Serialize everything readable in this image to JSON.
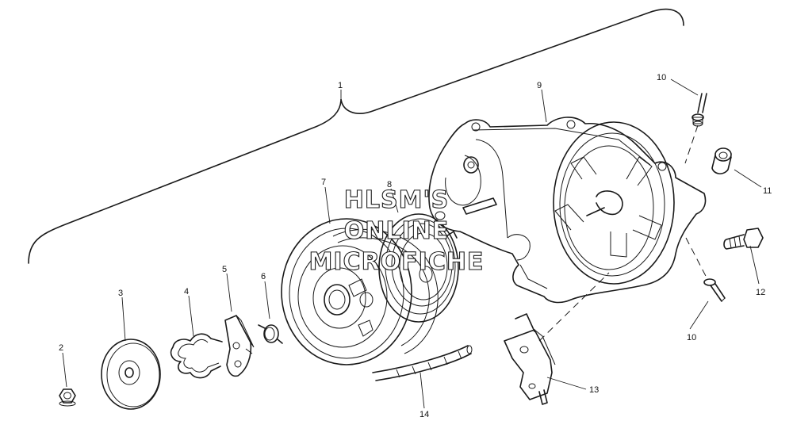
{
  "callouts": {
    "c1": "1",
    "c2": "2",
    "c3": "3",
    "c4": "4",
    "c5": "5",
    "c6": "6",
    "c7": "7",
    "c8": "8",
    "c9": "9",
    "c10a": "10",
    "c10b": "10",
    "c11": "11",
    "c12": "12",
    "c13": "13",
    "c14": "14"
  },
  "watermark": {
    "line1": "HLSM'S",
    "line2": "ONLINE",
    "line3": "MICROFICHE"
  }
}
